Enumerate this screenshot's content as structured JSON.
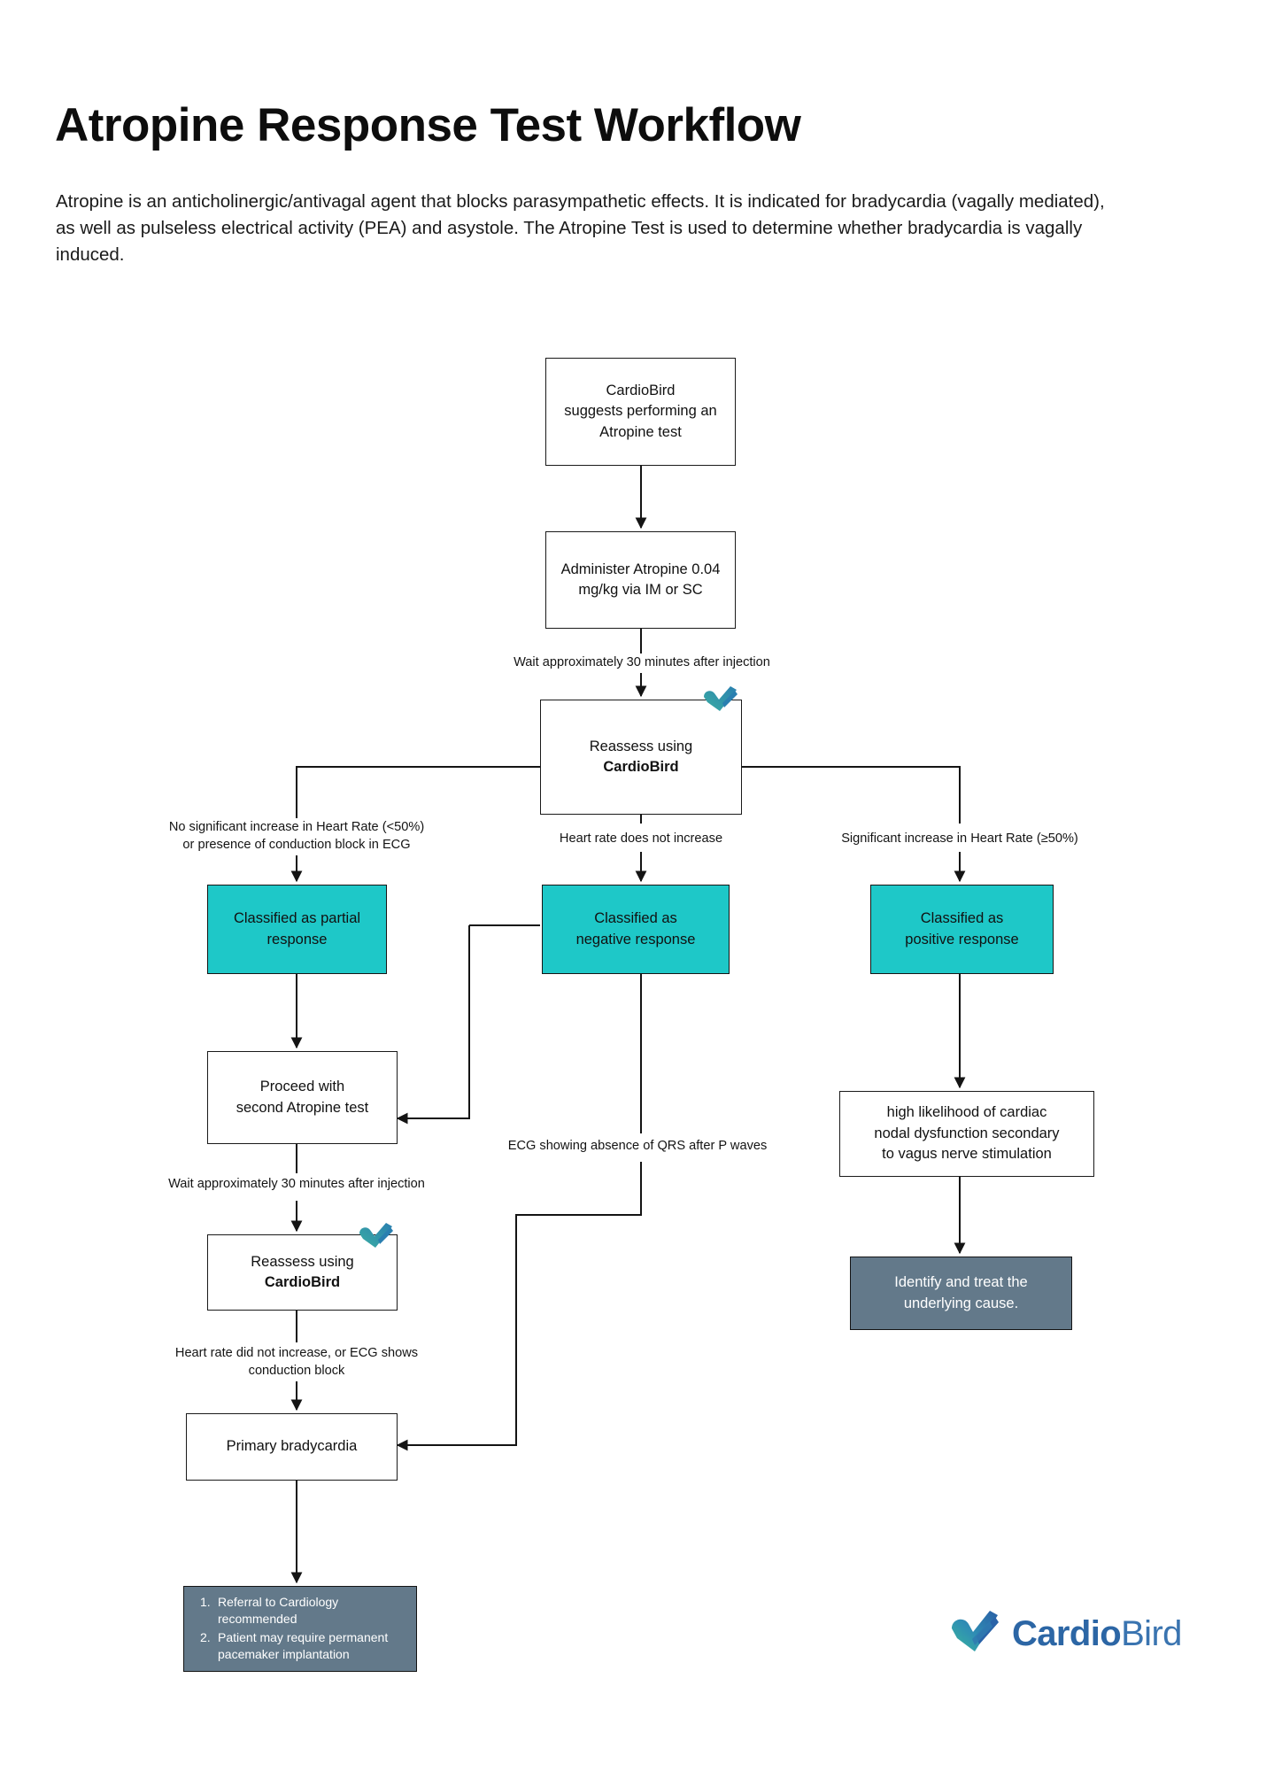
{
  "header": {
    "title": "Atropine Response Test Workflow",
    "intro": "Atropine is an anticholinergic/antivagal agent that blocks parasympathetic effects. It is indicated for bradycardia (vagally mediated), as well as pulseless electrical activity (PEA) and asystole. The Atropine Test is used to determine whether bradycardia is vagally induced."
  },
  "colors": {
    "teal": "#1ec8c8",
    "slate": "#63798a",
    "brand_blue": "#2f6aa8",
    "stroke": "#1a1a1a",
    "background": "#ffffff"
  },
  "flowchart": {
    "type": "flowchart",
    "nodes": {
      "start": {
        "id": "start",
        "label": "CardioBird\nsuggests performing an\nAtropine test",
        "line1": "CardioBird",
        "line2": "suggests performing an",
        "line3": "Atropine test",
        "style": "plain"
      },
      "administer": {
        "id": "administer",
        "line1": "Administer Atropine 0.04",
        "line2": "mg/kg via IM or SC",
        "style": "plain"
      },
      "reassess1": {
        "id": "reassess1",
        "line1": "Reassess using",
        "line2": "CardioBird",
        "style": "plain",
        "icon": "cardiobird-check-icon"
      },
      "partial": {
        "id": "partial",
        "line1": "Classified as partial",
        "line2": "response",
        "style": "teal"
      },
      "negative": {
        "id": "negative",
        "line1": "Classified as",
        "line2": "negative response",
        "style": "teal"
      },
      "positive": {
        "id": "positive",
        "line1": "Classified as",
        "line2": "positive response",
        "style": "teal"
      },
      "second_test": {
        "id": "second_test",
        "line1": "Proceed with",
        "line2": "second Atropine test",
        "style": "plain"
      },
      "reassess2": {
        "id": "reassess2",
        "line1": "Reassess using",
        "line2": "CardioBird",
        "style": "plain",
        "icon": "cardiobird-check-icon"
      },
      "primary_brady": {
        "id": "primary_brady",
        "line1": "Primary bradycardia",
        "style": "plain"
      },
      "nodal_dysfunction": {
        "id": "nodal_dysfunction",
        "line1": "high likelihood of cardiac",
        "line2": "nodal dysfunction secondary",
        "line3": "to vagus nerve stimulation",
        "style": "plain"
      },
      "identify_treat": {
        "id": "identify_treat",
        "line1": "Identify and treat the",
        "line2": "underlying cause.",
        "style": "slate"
      },
      "referral": {
        "id": "referral",
        "style": "slate-list",
        "items": [
          {
            "num": "1.",
            "text": "Referral to Cardiology recommended"
          },
          {
            "num": "2.",
            "text": "Patient may require permanent pacemaker implantation"
          }
        ]
      }
    },
    "edge_labels": {
      "wait_1": "Wait approximately 30 minutes after injection",
      "branch_left_l1": "No significant increase in Heart Rate (<50%)",
      "branch_left_l2": "or presence of conduction block in ECG",
      "branch_mid": "Heart rate does not increase",
      "branch_right": "Significant increase in Heart Rate (≥50%)",
      "wait_2": "Wait approximately 30 minutes after injection",
      "after_reassess2_l1": "Heart rate did not increase, or ECG shows",
      "after_reassess2_l2": "conduction block",
      "ecg_absence": "ECG showing absence of QRS after P waves"
    }
  },
  "brand": {
    "name_bold": "Cardio",
    "name_regular": "Bird",
    "mark": "cardiobird-logo-icon"
  }
}
